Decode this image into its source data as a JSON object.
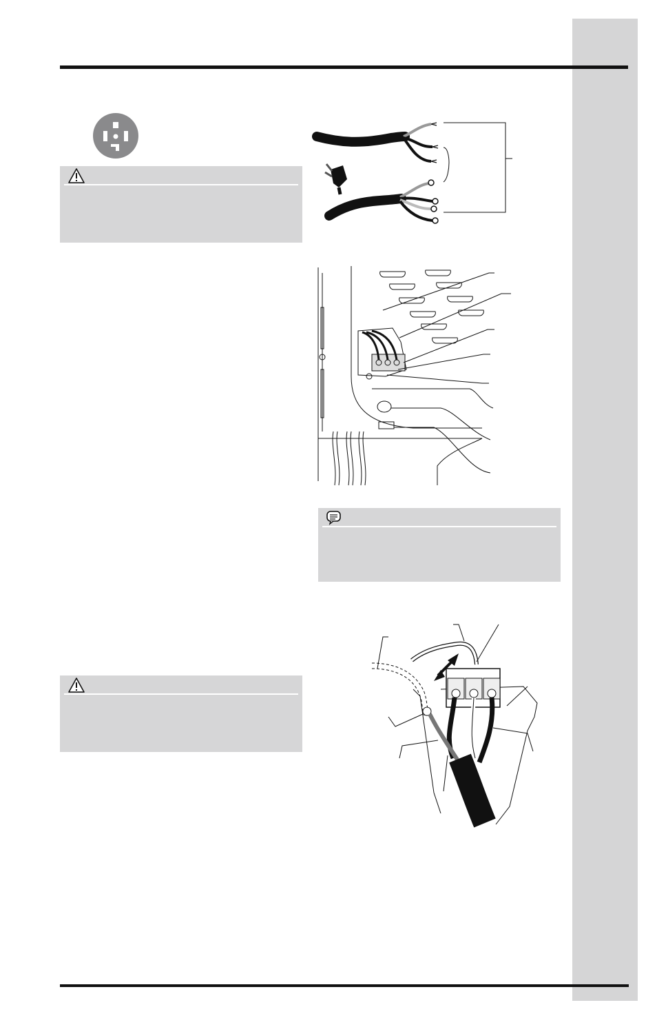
{
  "page": {
    "side_tab_color": "#d5d5d6",
    "rule_color": "#111111"
  },
  "callouts": {
    "warning_top": {
      "icon": "warning-icon",
      "text": ""
    },
    "note": {
      "icon": "note-icon",
      "text": ""
    },
    "warning_bottom": {
      "icon": "warning-icon",
      "text": ""
    }
  },
  "figures": {
    "outlet_icon": "four-prong-outlet-icon",
    "power_cord": "power-cord-wire-ends-illustration",
    "terminal_block": "dryer-rear-terminal-block-illustration",
    "wire_connection": "terminal-block-wiring-closeup-illustration"
  }
}
